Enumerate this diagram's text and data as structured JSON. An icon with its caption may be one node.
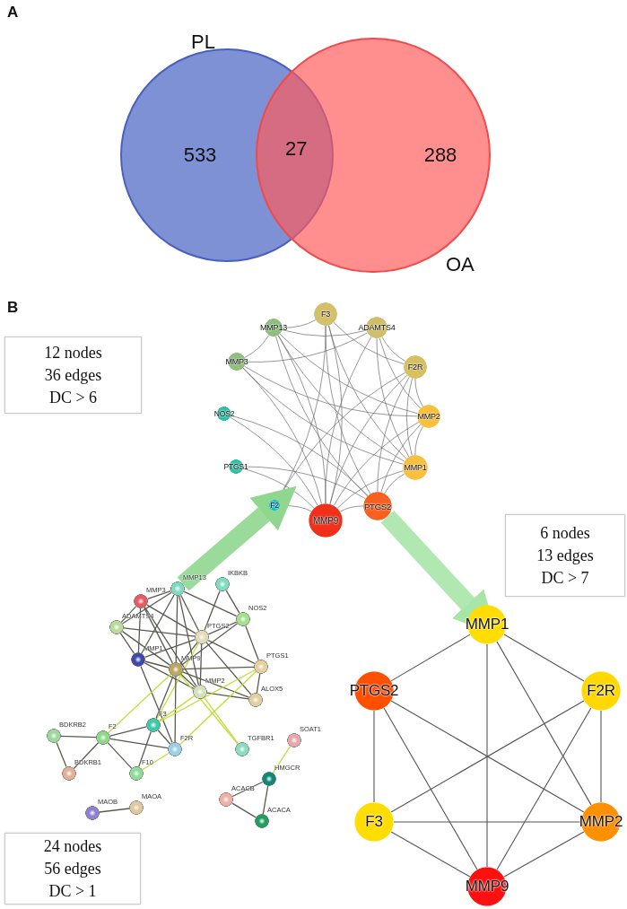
{
  "diagram": {
    "nodes": [
      {
        "text": [
          "533"
        ]
      },
      {
        "text": [
          "288"
        ]
      },
      {
        "text": [
          "12 nodes",
          "36 edges",
          "DC > 6"
        ]
      },
      {
        "text": [
          "F3"
        ]
      },
      {
        "text": [
          "MMP13"
        ]
      },
      {
        "text": [
          "ADAMTS4"
        ]
      },
      {
        "text": [
          "MMP3"
        ]
      },
      {
        "text": [
          "F2R"
        ]
      },
      {
        "text": [
          "MMP2"
        ]
      },
      {
        "text": [
          "NOS2"
        ]
      },
      {
        "text": [
          "MMP1"
        ]
      },
      {
        "text": [
          "PTGS1"
        ]
      },
      {
        "text": [
          "F2"
        ]
      },
      {
        "text": [
          "MMP9"
        ]
      },
      {
        "text": [
          "PTGS2"
        ]
      },
      {
        "text": [
          "6 nodes",
          "13 edges",
          "DC > 7"
        ]
      },
      {
        "text": [
          "MMP13"
        ]
      },
      {
        "text": [
          "IKBKB"
        ]
      },
      {
        "text": [
          "MMP3"
        ]
      },
      {
        "text": [
          "NOS2"
        ]
      },
      {
        "text": [
          "ADAMTS4"
        ]
      },
      {
        "text": [
          "PTGS2"
        ]
      },
      {
        "text": [
          "MMP1"
        ]
      },
      {
        "text": [
          "PTGS1"
        ]
      },
      {
        "text": [
          "MMP9"
        ]
      },
      {
        "text": [
          "MMP2"
        ]
      },
      {
        "text": [
          "ALOX5"
        ]
      },
      {
        "text": [
          "F3"
        ]
      },
      {
        "text": [
          "BDKRB2"
        ]
      },
      {
        "text": [
          "F2"
        ]
      },
      {
        "text": [
          "F2R"
        ]
      },
      {
        "text": [
          "TGFBR1"
        ]
      },
      {
        "text": [
          "SOAT1"
        ]
      },
      {
        "text": [
          "BDKRB1"
        ]
      },
      {
        "text": [
          "F10"
        ]
      },
      {
        "text": [
          "HMGCR"
        ]
      },
      {
        "text": [
          "ACACB"
        ]
      },
      {
        "text": [
          "ACACA"
        ]
      },
      {
        "text": [
          "MAOB"
        ]
      },
      {
        "text": [
          "MAOA"
        ]
      },
      {
        "text": [
          "MMP1"
        ]
      },
      {
        "text": [
          "PTGS2"
        ]
      },
      {
        "text": [
          "F2R"
        ]
      },
      {
        "text": [
          "F3"
        ]
      },
      {
        "text": [
          "MMP2"
        ]
      },
      {
        "text": [
          "MMP9"
        ]
      },
      {
        "text": [
          "24 nodes",
          "56 edges",
          "DC > 1"
        ]
      }
    ],
    "edges": [
      {
        "from": 13,
        "to": 14,
        "arrow": "none"
      },
      {
        "from": 13,
        "to": 10,
        "arrow": "none"
      },
      {
        "from": 13,
        "to": 8,
        "arrow": "none"
      },
      {
        "from": 13,
        "to": 7,
        "arrow": "none"
      },
      {
        "from": 13,
        "to": 3,
        "arrow": "none"
      },
      {
        "from": 13,
        "to": 5,
        "arrow": "none"
      },
      {
        "from": 13,
        "to": 4,
        "arrow": "none"
      },
      {
        "from": 13,
        "to": 6,
        "arrow": "none"
      },
      {
        "from": 13,
        "to": 9,
        "arrow": "none"
      },
      {
        "from": 13,
        "to": 11,
        "arrow": "none"
      },
      {
        "from": 13,
        "to": 12,
        "arrow": "none"
      },
      {
        "from": 14,
        "to": 10,
        "arrow": "none"
      },
      {
        "from": 14,
        "to": 8,
        "arrow": "none"
      },
      {
        "from": 14,
        "to": 7,
        "arrow": "none"
      },
      {
        "from": 14,
        "to": 3,
        "arrow": "none"
      },
      {
        "from": 14,
        "to": 9,
        "arrow": "none"
      },
      {
        "from": 14,
        "to": 11,
        "arrow": "none"
      },
      {
        "from": 14,
        "to": 4,
        "arrow": "none"
      },
      {
        "from": 10,
        "to": 8,
        "arrow": "none"
      },
      {
        "from": 10,
        "to": 7,
        "arrow": "none"
      },
      {
        "from": 10,
        "to": 3,
        "arrow": "none"
      },
      {
        "from": 10,
        "to": 5,
        "arrow": "none"
      },
      {
        "from": 10,
        "to": 4,
        "arrow": "none"
      },
      {
        "from": 10,
        "to": 6,
        "arrow": "none"
      },
      {
        "from": 8,
        "to": 7,
        "arrow": "none"
      },
      {
        "from": 8,
        "to": 5,
        "arrow": "none"
      },
      {
        "from": 8,
        "to": 4,
        "arrow": "none"
      },
      {
        "from": 8,
        "to": 6,
        "arrow": "none"
      },
      {
        "from": 7,
        "to": 3,
        "arrow": "none"
      },
      {
        "from": 7,
        "to": 12,
        "arrow": "none"
      },
      {
        "from": 7,
        "to": 5,
        "arrow": "none"
      },
      {
        "from": 3,
        "to": 12,
        "arrow": "none"
      },
      {
        "from": 3,
        "to": 4,
        "arrow": "none"
      },
      {
        "from": 5,
        "to": 4,
        "arrow": "none"
      },
      {
        "from": 5,
        "to": 6,
        "arrow": "none"
      },
      {
        "from": 4,
        "to": 6,
        "arrow": "none"
      },
      {
        "from": 16,
        "to": 12,
        "arrow": "to",
        "style": "thick",
        "color": "#8fd68f"
      },
      {
        "from": 14,
        "to": 40,
        "arrow": "to",
        "style": "thick",
        "color": "#a8e6a8"
      },
      {
        "from": 40,
        "to": 41,
        "arrow": "none"
      },
      {
        "from": 40,
        "to": 42,
        "arrow": "none"
      },
      {
        "from": 40,
        "to": 45,
        "arrow": "none"
      },
      {
        "from": 40,
        "to": 44,
        "arrow": "none"
      },
      {
        "from": 41,
        "to": 43,
        "arrow": "none"
      },
      {
        "from": 41,
        "to": 44,
        "arrow": "none"
      },
      {
        "from": 41,
        "to": 45,
        "arrow": "none"
      },
      {
        "from": 42,
        "to": 44,
        "arrow": "none"
      },
      {
        "from": 42,
        "to": 43,
        "arrow": "none"
      },
      {
        "from": 42,
        "to": 45,
        "arrow": "none"
      },
      {
        "from": 43,
        "to": 44,
        "arrow": "none"
      },
      {
        "from": 43,
        "to": 45,
        "arrow": "none"
      },
      {
        "from": 44,
        "to": 45,
        "arrow": "none"
      },
      {
        "from": 18,
        "to": 16,
        "arrow": "none"
      },
      {
        "from": 18,
        "to": 20,
        "arrow": "none"
      },
      {
        "from": 18,
        "to": 22,
        "arrow": "none"
      },
      {
        "from": 18,
        "to": 24,
        "arrow": "none"
      },
      {
        "from": 18,
        "to": 21,
        "arrow": "none"
      },
      {
        "from": 18,
        "to": 25,
        "arrow": "none"
      },
      {
        "from": 16,
        "to": 20,
        "arrow": "none"
      },
      {
        "from": 16,
        "to": 22,
        "arrow": "none"
      },
      {
        "from": 16,
        "to": 24,
        "arrow": "none"
      },
      {
        "from": 16,
        "to": 21,
        "arrow": "none"
      },
      {
        "from": 16,
        "to": 19,
        "arrow": "none"
      },
      {
        "from": 16,
        "to": 25,
        "arrow": "none"
      },
      {
        "from": 17,
        "to": 21,
        "arrow": "none"
      },
      {
        "from": 17,
        "to": 19,
        "arrow": "none"
      },
      {
        "from": 19,
        "to": 21,
        "arrow": "none"
      },
      {
        "from": 19,
        "to": 23,
        "arrow": "none"
      },
      {
        "from": 19,
        "to": 24,
        "arrow": "none"
      },
      {
        "from": 20,
        "to": 21,
        "arrow": "none"
      },
      {
        "from": 20,
        "to": 24,
        "arrow": "none"
      },
      {
        "from": 20,
        "to": 22,
        "arrow": "none"
      },
      {
        "from": 22,
        "to": 24,
        "arrow": "none"
      },
      {
        "from": 22,
        "to": 21,
        "arrow": "none"
      },
      {
        "from": 22,
        "to": 25,
        "arrow": "none"
      },
      {
        "from": 22,
        "to": 30,
        "arrow": "none"
      },
      {
        "from": 21,
        "to": 24,
        "arrow": "none"
      },
      {
        "from": 21,
        "to": 25,
        "arrow": "none"
      },
      {
        "from": 21,
        "to": 23,
        "arrow": "none"
      },
      {
        "from": 21,
        "to": 26,
        "arrow": "none"
      },
      {
        "from": 21,
        "to": 27,
        "arrow": "none",
        "color": "#c5dc3a"
      },
      {
        "from": 24,
        "to": 25,
        "arrow": "none"
      },
      {
        "from": 24,
        "to": 23,
        "arrow": "none"
      },
      {
        "from": 24,
        "to": 26,
        "arrow": "none"
      },
      {
        "from": 24,
        "to": 27,
        "arrow": "none"
      },
      {
        "from": 24,
        "to": 30,
        "arrow": "none"
      },
      {
        "from": 24,
        "to": 31,
        "arrow": "none",
        "color": "#c5dc3a"
      },
      {
        "from": 24,
        "to": 29,
        "arrow": "none",
        "color": "#c5dc3a"
      },
      {
        "from": 25,
        "to": 26,
        "arrow": "none"
      },
      {
        "from": 25,
        "to": 27,
        "arrow": "none",
        "color": "#c5dc3a"
      },
      {
        "from": 25,
        "to": 31,
        "arrow": "none",
        "color": "#c5dc3a"
      },
      {
        "from": 23,
        "to": 26,
        "arrow": "none"
      },
      {
        "from": 23,
        "to": 27,
        "arrow": "none",
        "color": "#c5dc3a"
      },
      {
        "from": 23,
        "to": 30,
        "arrow": "none",
        "color": "#c5dc3a"
      },
      {
        "from": 27,
        "to": 29,
        "arrow": "none"
      },
      {
        "from": 27,
        "to": 30,
        "arrow": "none"
      },
      {
        "from": 27,
        "to": 34,
        "arrow": "none"
      },
      {
        "from": 29,
        "to": 30,
        "arrow": "none"
      },
      {
        "from": 29,
        "to": 34,
        "arrow": "none"
      },
      {
        "from": 29,
        "to": 28,
        "arrow": "none"
      },
      {
        "from": 29,
        "to": 33,
        "arrow": "none"
      },
      {
        "from": 28,
        "to": 33,
        "arrow": "none"
      },
      {
        "from": 34,
        "to": 30,
        "arrow": "none",
        "color": "#c5dc3a"
      },
      {
        "from": 32,
        "to": 35,
        "arrow": "none",
        "color": "#c5dc3a"
      },
      {
        "from": 35,
        "to": 37,
        "arrow": "none"
      },
      {
        "from": 35,
        "to": 36,
        "arrow": "none"
      },
      {
        "from": 36,
        "to": 37,
        "arrow": "none"
      },
      {
        "from": 38,
        "to": 39,
        "arrow": "none"
      }
    ],
    "labels": [
      "A",
      "PL",
      "27",
      "OA",
      "B"
    ]
  }
}
